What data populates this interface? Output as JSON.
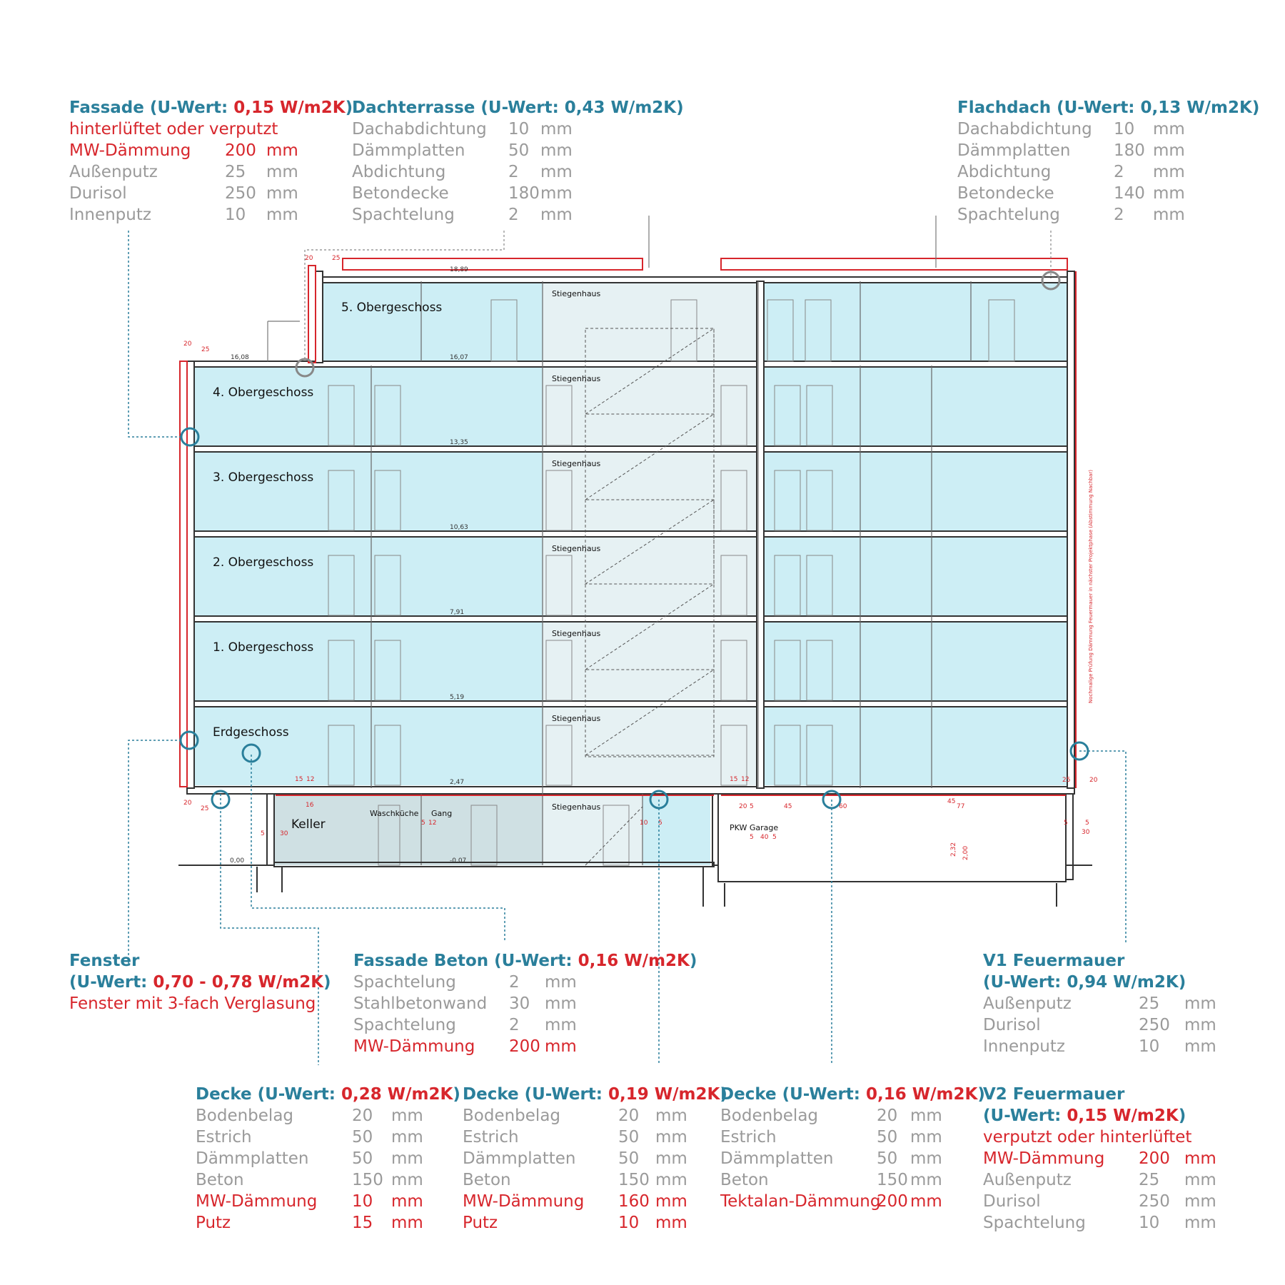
{
  "colors": {
    "teal": "#2a7f9b",
    "red": "#d7262c",
    "gray": "#9a9a9a",
    "room": "#cdeef5",
    "stair": "#e6f1f3",
    "cellar": "#cfe0e3"
  },
  "levels": {
    "l1889": "18,89",
    "l1608": "16,08",
    "l1607": "16,07",
    "l1335": "13,35",
    "l1063": "10,63",
    "l791": "7,91",
    "l519": "5,19",
    "l247": "2,47",
    "l000": "0,00",
    "lm007": "-0,07"
  },
  "floors": [
    {
      "key": "og5",
      "label": "5. Obergeschoss"
    },
    {
      "key": "og4",
      "label": "4. Obergeschoss"
    },
    {
      "key": "og3",
      "label": "3. Obergeschoss"
    },
    {
      "key": "og2",
      "label": "2. Obergeschoss"
    },
    {
      "key": "og1",
      "label": "1. Obergeschoss"
    },
    {
      "key": "eg",
      "label": "Erdgeschoss"
    }
  ],
  "rooms": {
    "stair": "Stiegenhaus",
    "cellar": "Keller",
    "laundry": "Waschküche",
    "corridor": "Gang",
    "garage": "PKW Garage"
  },
  "dims": {
    "d20": "20",
    "d25": "25",
    "d15": "15",
    "d12": "12",
    "d5": "5",
    "d30": "30",
    "d10": "10",
    "d45": "45",
    "d60": "60",
    "d77": "77",
    "d40": "40",
    "d232": "2,32",
    "d200": "2,00",
    "d16": "16",
    "note": "Nochmalige Prüfung Dämmung Feuermauer in nächster Projektphase (Abstimmung Nachbar)"
  },
  "panels": {
    "fassade": {
      "title": "Fassade (U-Wert: ",
      "value": "0,15 W/m2K",
      "close": ")",
      "subtitle": "hinterlüftet oder verputzt",
      "rows": [
        {
          "name": "MW-Dämmung",
          "val": "200",
          "unit": "mm",
          "red": true
        },
        {
          "name": "Außenputz",
          "val": "25",
          "unit": "mm"
        },
        {
          "name": "Durisol",
          "val": "250",
          "unit": "mm"
        },
        {
          "name": "Innenputz",
          "val": "10",
          "unit": "mm"
        }
      ]
    },
    "dachterrasse": {
      "title": "Dachterrasse (U-Wert: 0,43 W/m2K)",
      "rows": [
        {
          "name": "Dachabdichtung",
          "val": "10",
          "unit": "mm"
        },
        {
          "name": "Dämmplatten",
          "val": "50",
          "unit": "mm"
        },
        {
          "name": "Abdichtung",
          "val": "2",
          "unit": "mm"
        },
        {
          "name": "Betondecke",
          "val": "180",
          "unit": "mm"
        },
        {
          "name": "Spachtelung",
          "val": "2",
          "unit": "mm"
        }
      ]
    },
    "flachdach": {
      "title": "Flachdach (U-Wert: 0,13 W/m2K)",
      "rows": [
        {
          "name": "Dachabdichtung",
          "val": "10",
          "unit": "mm"
        },
        {
          "name": "Dämmplatten",
          "val": "180",
          "unit": "mm"
        },
        {
          "name": "Abdichtung",
          "val": "2",
          "unit": "mm"
        },
        {
          "name": "Betondecke",
          "val": "140",
          "unit": "mm"
        },
        {
          "name": "Spachtelung",
          "val": "2",
          "unit": "mm"
        }
      ]
    },
    "fenster": {
      "title": "Fenster",
      "title2": "(U-Wert: ",
      "value": "0,70 - 0,78 W/m2K",
      "close": ")",
      "subtitle": "Fenster mit 3-fach Verglasung"
    },
    "fassadeBeton": {
      "title": "Fassade Beton (U-Wert: ",
      "value": "0,16 W/m2K",
      "close": ")",
      "rows": [
        {
          "name": "Spachtelung",
          "val": "2",
          "unit": "mm"
        },
        {
          "name": "Stahlbetonwand",
          "val": "30",
          "unit": "mm"
        },
        {
          "name": "Spachtelung",
          "val": "2",
          "unit": "mm"
        },
        {
          "name": "MW-Dämmung",
          "val": "200",
          "unit": "mm",
          "red": true
        }
      ]
    },
    "v1": {
      "title": "V1 Feuermauer",
      "title2": "(U-Wert: 0,94 W/m2K)",
      "rows": [
        {
          "name": "Außenputz",
          "val": "25",
          "unit": "mm"
        },
        {
          "name": "Durisol",
          "val": "250",
          "unit": "mm"
        },
        {
          "name": "Innenputz",
          "val": "10",
          "unit": "mm"
        }
      ]
    },
    "decke1": {
      "title": "Decke (U-Wert: ",
      "value": "0,28 W/m2K",
      "close": ")",
      "rows": [
        {
          "name": "Bodenbelag",
          "val": "20",
          "unit": "mm"
        },
        {
          "name": "Estrich",
          "val": "50",
          "unit": "mm"
        },
        {
          "name": "Dämmplatten",
          "val": "50",
          "unit": "mm"
        },
        {
          "name": "Beton",
          "val": "150",
          "unit": "mm"
        },
        {
          "name": "MW-Dämmung",
          "val": "10",
          "unit": "mm",
          "red": true
        },
        {
          "name": "Putz",
          "val": "15",
          "unit": "mm",
          "red": true
        }
      ]
    },
    "decke2": {
      "title": "Decke (U-Wert: ",
      "value": "0,19 W/m2K",
      "close": ")",
      "rows": [
        {
          "name": "Bodenbelag",
          "val": "20",
          "unit": "mm"
        },
        {
          "name": "Estrich",
          "val": "50",
          "unit": "mm"
        },
        {
          "name": "Dämmplatten",
          "val": "50",
          "unit": "mm"
        },
        {
          "name": "Beton",
          "val": "150",
          "unit": "mm"
        },
        {
          "name": "MW-Dämmung",
          "val": "160",
          "unit": "mm",
          "red": true
        },
        {
          "name": "Putz",
          "val": "10",
          "unit": "mm",
          "red": true
        }
      ]
    },
    "decke3": {
      "title": "Decke (U-Wert: ",
      "value": "0,16 W/m2K",
      "close": ")",
      "rows": [
        {
          "name": "Bodenbelag",
          "val": "20",
          "unit": "mm"
        },
        {
          "name": "Estrich",
          "val": "50",
          "unit": "mm"
        },
        {
          "name": "Dämmplatten",
          "val": "50",
          "unit": "mm"
        },
        {
          "name": "Beton",
          "val": "150",
          "unit": "mm"
        },
        {
          "name": "Tektalan-Dämmung",
          "val": "200",
          "unit": "mm",
          "red": true
        }
      ]
    },
    "v2": {
      "title": "V2 Feuermauer",
      "title2": "(U-Wert: ",
      "value": "0,15 W/m2K",
      "close": ")",
      "subtitle": "verputzt oder hinterlüftet",
      "rows": [
        {
          "name": "MW-Dämmung",
          "val": "200",
          "unit": "mm",
          "red": true
        },
        {
          "name": "Außenputz",
          "val": "25",
          "unit": "mm"
        },
        {
          "name": "Durisol",
          "val": "250",
          "unit": "mm"
        },
        {
          "name": "Spachtelung",
          "val": "10",
          "unit": "mm"
        }
      ]
    }
  }
}
